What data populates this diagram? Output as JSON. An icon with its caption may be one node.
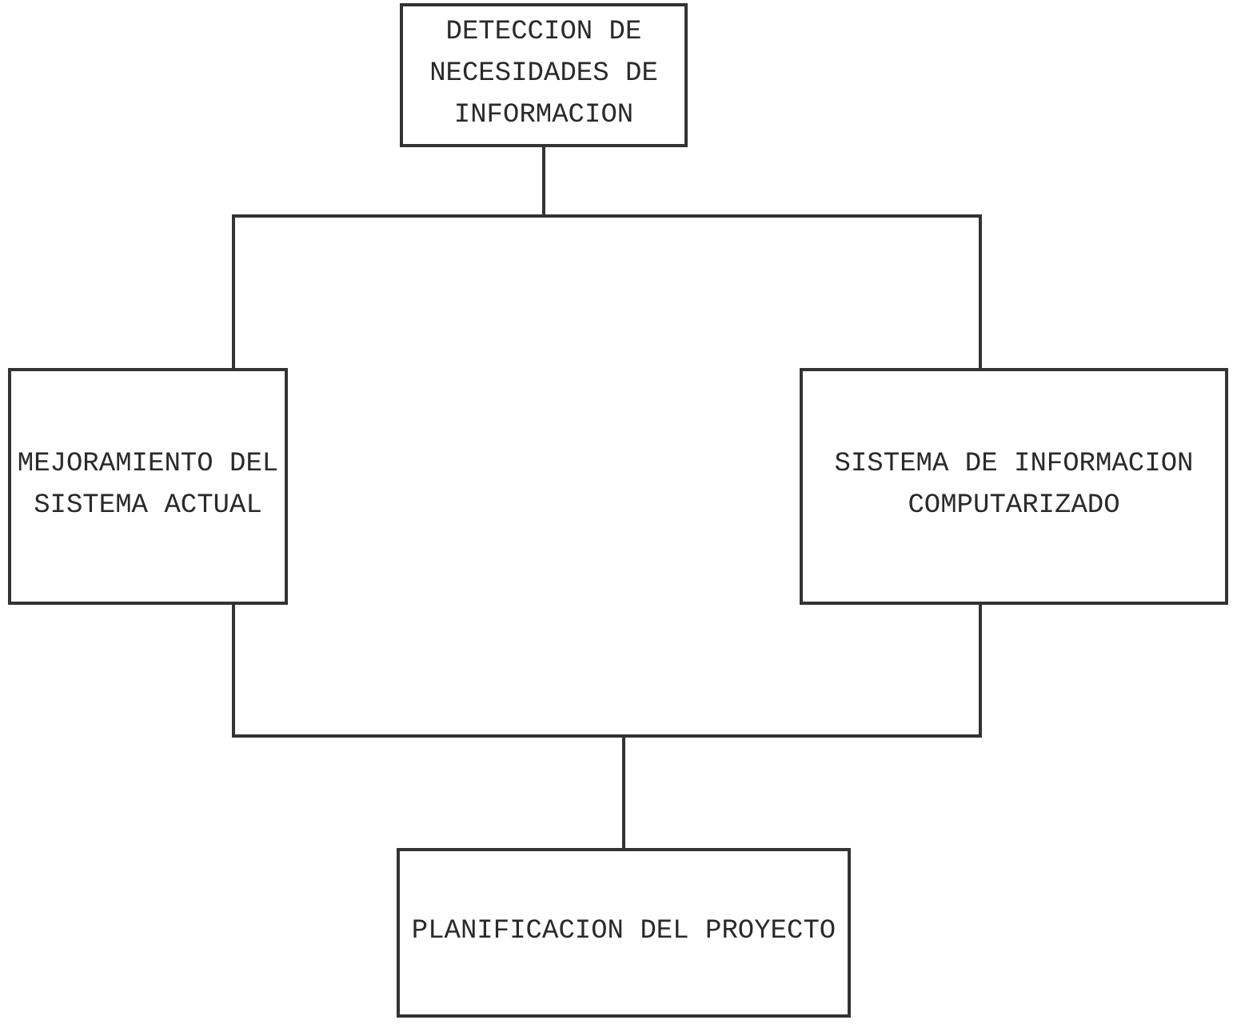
{
  "diagram": {
    "nodes": [
      {
        "text": [
          "DETECCION DE NECESIDADES DE INFORMACION"
        ]
      },
      {
        "text": [
          "MEJORAMIENTO DEL SISTEMA ACTUAL"
        ]
      },
      {
        "text": [
          "SISTEMA DE INFORMACION COMPUTARIZADO"
        ]
      },
      {
        "text": [
          "PLANIFICACION DEL PROYECTO"
        ]
      }
    ],
    "edges": [
      {
        "from": 0,
        "to": 1,
        "arrow": "none"
      },
      {
        "from": 0,
        "to": 2,
        "arrow": "none"
      },
      {
        "from": 1,
        "to": 3,
        "arrow": "none"
      },
      {
        "from": 2,
        "to": 3,
        "arrow": "none"
      }
    ]
  }
}
